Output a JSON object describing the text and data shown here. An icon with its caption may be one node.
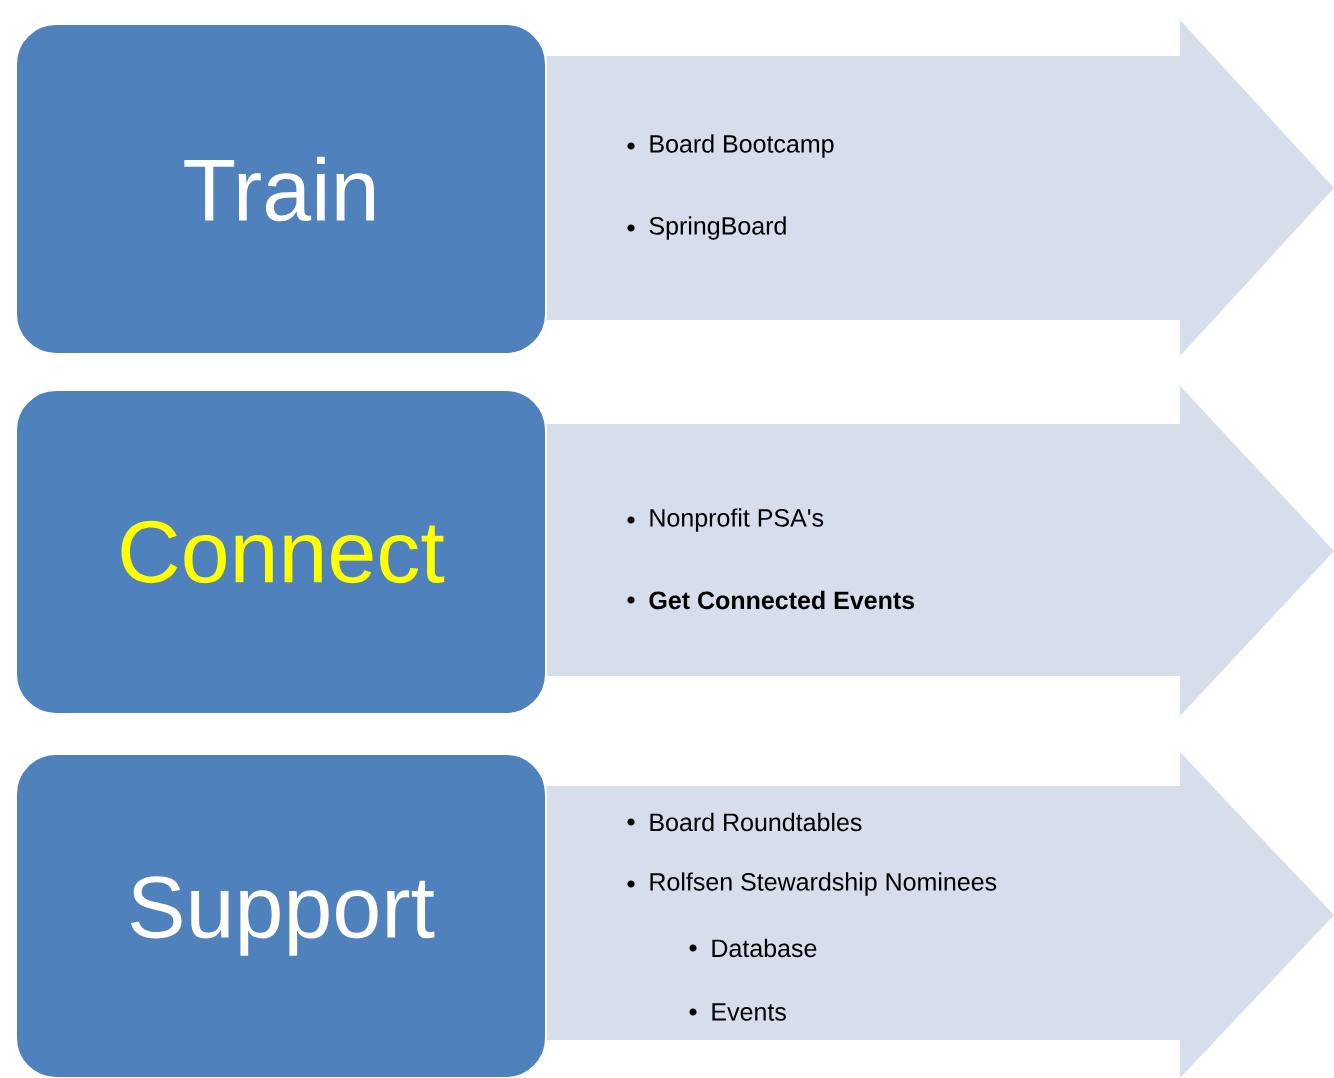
{
  "diagram": {
    "nodes": [
      {
        "text": [
          "Train"
        ]
      },
      {
        "text": [
          "Board Bootcamp",
          "SpringBoard"
        ]
      },
      {
        "text": [
          "Connect"
        ]
      },
      {
        "text": [
          "Nonprofit PSA's",
          "Get Connected Events"
        ]
      },
      {
        "text": [
          "Support"
        ]
      },
      {
        "text": [
          "Board Roundtables",
          "Rolfsen Stewardship Nominees",
          "Database",
          "Events"
        ]
      }
    ]
  }
}
